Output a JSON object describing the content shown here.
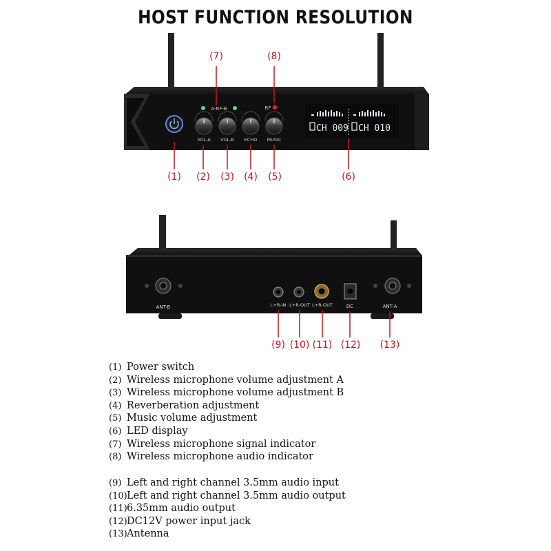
{
  "title": "HOST FUNCTION RESOLUTION",
  "front_panel": {
    "labels": {
      "vol_a": "VOL-A",
      "vol_b": "VOL-B",
      "echo": "ECHO",
      "music": "MUSIC",
      "indicator": "A-RF-B",
      "rf": "RF",
      "display_left": "CH 009",
      "display_right": "CH 010"
    },
    "callouts": [
      "(1)",
      "(2)",
      "(3)",
      "(4)",
      "(5)",
      "(6)",
      "(7)",
      "(8)"
    ]
  },
  "back_panel": {
    "labels": {
      "ant_b": "ANT-B",
      "lr_in": "L+R-IN",
      "lr_out_1": "L+R-OUT",
      "lr_out_2": "L+R-OUT",
      "dc": "DC",
      "ant_a": "ANT-A"
    },
    "callouts": [
      "(9)",
      "(10)",
      "(11)",
      "(12)",
      "(13)"
    ]
  },
  "legend_group_1": [
    {
      "num": "(1)",
      "text": "Power switch"
    },
    {
      "num": "(2)",
      "text": "Wireless microphone volume adjustment A"
    },
    {
      "num": "(3)",
      "text": "Wireless microphone volume adjustment B"
    },
    {
      "num": "(4)",
      "text": "Reverberation adjustment"
    },
    {
      "num": "(5)",
      "text": "Music volume adjustment"
    },
    {
      "num": "(6)",
      "text": "LED display"
    },
    {
      "num": "(7)",
      "text": "Wireless microphone signal indicator"
    },
    {
      "num": "(8)",
      "text": "Wireless microphone audio indicator"
    }
  ],
  "legend_group_2": [
    {
      "num": "(9)",
      "text": "Left and right channel 3.5mm audio input"
    },
    {
      "num": "(10)",
      "text": "Left and right channel 3.5mm audio output"
    },
    {
      "num": "(11)",
      "text": "6.35mm audio output"
    },
    {
      "num": "(12)",
      "text": "DC12V power input jack"
    },
    {
      "num": "(13)",
      "text": "Antenna"
    }
  ],
  "colors": {
    "callout": "#c4161c",
    "panel": "#121212",
    "display_text": "#e8eef6",
    "power_ring": "#5b8bd4",
    "rf_led": "#e02020",
    "signal_led": "#6fd48a"
  }
}
